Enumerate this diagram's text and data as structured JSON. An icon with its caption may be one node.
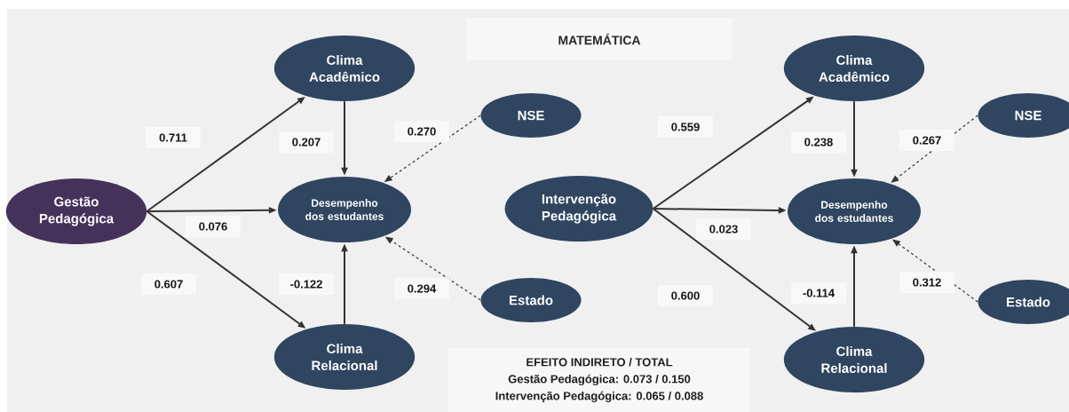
{
  "diagram": {
    "title": "MATEMÁTICA",
    "nodes": [
      {
        "text": [
          "Gestão Pedagógica"
        ]
      },
      {
        "text": [
          "Clima Acadêmico"
        ]
      },
      {
        "text": [
          "Desempenho dos estudantes"
        ]
      },
      {
        "text": [
          "Clima Relacional"
        ]
      },
      {
        "text": [
          "NSE"
        ]
      },
      {
        "text": [
          "Estado"
        ]
      },
      {
        "text": [
          "Intervenção Pedagógica"
        ]
      },
      {
        "text": [
          "Clima Acadêmico"
        ]
      },
      {
        "text": [
          "Desempenho dos estudantes"
        ]
      },
      {
        "text": [
          "Clima Relacional"
        ]
      },
      {
        "text": [
          "NSE"
        ]
      },
      {
        "text": [
          "Estado"
        ]
      },
      {
        "text": [
          "EFEITO INDIRETO / TOTAL",
          "Gestão Pedagógica: 0.073 / 0.150",
          "Intervenção Pedagógica: 0.065 / 0.088"
        ]
      }
    ],
    "edges": [
      {
        "from": 0,
        "to": 1,
        "arrow": "to",
        "label": "0.711"
      },
      {
        "from": 0,
        "to": 2,
        "arrow": "to",
        "label": "0.076"
      },
      {
        "from": 0,
        "to": 3,
        "arrow": "to",
        "label": "0.607"
      },
      {
        "from": 1,
        "to": 2,
        "arrow": "to",
        "label": "0.207"
      },
      {
        "from": 3,
        "to": 2,
        "arrow": "to",
        "label": "-0.122"
      },
      {
        "from": 4,
        "to": 2,
        "arrow": "to",
        "label": "0.270",
        "style": "dashed"
      },
      {
        "from": 5,
        "to": 2,
        "arrow": "to",
        "label": "0.294",
        "style": "dashed"
      },
      {
        "from": 6,
        "to": 7,
        "arrow": "to",
        "label": "0.559"
      },
      {
        "from": 6,
        "to": 8,
        "arrow": "to",
        "label": "0.023"
      },
      {
        "from": 6,
        "to": 9,
        "arrow": "to",
        "label": "0.600"
      },
      {
        "from": 7,
        "to": 8,
        "arrow": "to",
        "label": "0.238"
      },
      {
        "from": 9,
        "to": 8,
        "arrow": "to",
        "label": "-0.114"
      },
      {
        "from": 10,
        "to": 8,
        "arrow": "to",
        "label": "0.267",
        "style": "dashed"
      },
      {
        "from": 11,
        "to": 8,
        "arrow": "to",
        "label": "0.312",
        "style": "dashed"
      }
    ]
  }
}
